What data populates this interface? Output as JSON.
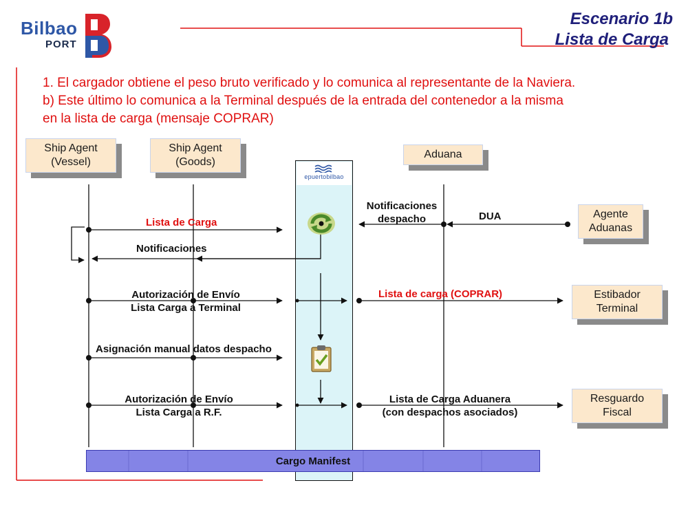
{
  "logo": {
    "text_main": "Bilbao",
    "text_sub": "PORT",
    "mark_letter": "B"
  },
  "title": {
    "line1": "Escenario 1b",
    "line2": "Lista de Carga"
  },
  "description": {
    "line1": "1. El cargador obtiene el peso bruto verificado y lo comunica al representante de la  Naviera.",
    "line2": "b) Este último lo comunica a la Terminal después de la entrada del contenedor a la misma",
    "line3": "en la lista de carga (mensaje COPRAR)"
  },
  "actors": {
    "ship_agent_vessel": {
      "line1": "Ship Agent",
      "line2": "(Vessel)"
    },
    "ship_agent_goods": {
      "line1": "Ship Agent",
      "line2": "(Goods)"
    },
    "aduana": {
      "line1": "Aduana"
    },
    "epuertobilbao": {
      "line1": "epuertobilbao"
    },
    "agente_aduanas": {
      "line1": "Agente",
      "line2": "Aduanas"
    },
    "estibador_terminal": {
      "line1": "Estibador",
      "line2": "Terminal"
    },
    "resguardo_fiscal": {
      "line1": "Resguardo",
      "line2": "Fiscal"
    }
  },
  "messages": {
    "lista_de_carga": "Lista de Carga",
    "notificaciones": "Notificaciones",
    "notificaciones_despacho_1": "Notificaciones",
    "notificaciones_despacho_2": "despacho",
    "dua": "DUA",
    "autorizacion_envio_terminal_1": "Autorización de Envío",
    "autorizacion_envio_terminal_2": "Lista Carga a Terminal",
    "lista_carga_coprar": "Lista de carga (COPRAR)",
    "asignacion_manual": "Asignación manual datos despacho",
    "autorizacion_envio_rf_1": "Autorización de Envío",
    "autorizacion_envio_rf_2": "Lista Carga a R.F.",
    "lista_carga_aduanera_1": "Lista de Carga Aduanera",
    "lista_carga_aduanera_2": "(con despachos asociados)"
  },
  "cargo_manifest": "Cargo Manifest",
  "colors": {
    "accent_red": "#e01010",
    "title_navy": "#1f1f7a",
    "logo_blue": "#2e57a6",
    "box_fill": "#fce8cc",
    "epuerto_column": "#dcf4f8",
    "cargo_bar": "#8484e6"
  }
}
